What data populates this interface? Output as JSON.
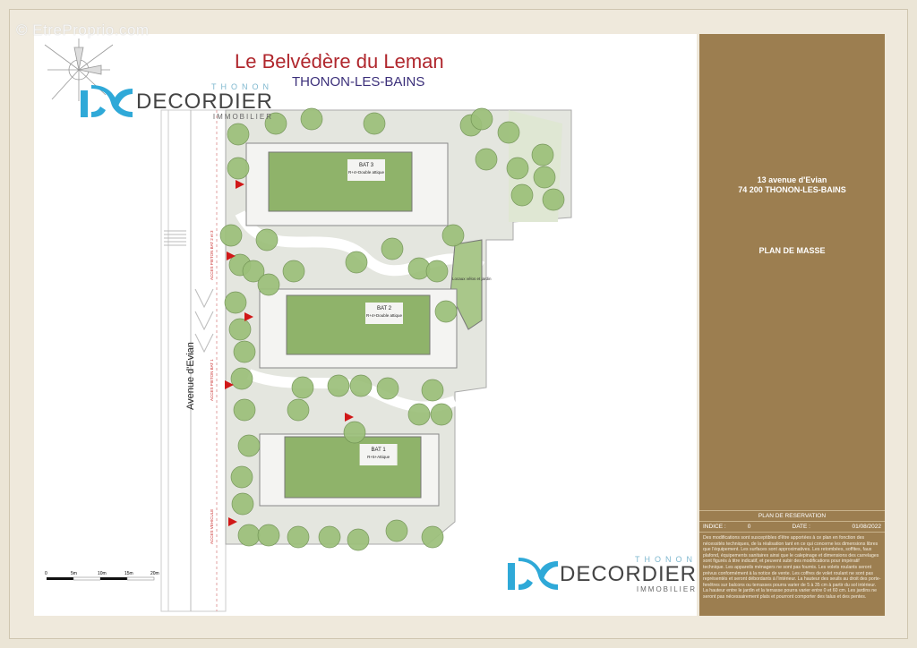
{
  "watermark": "© EtreProprio.com",
  "header": {
    "title": "Le Belvédère du Leman",
    "subtitle": "THONON-LES-BAINS"
  },
  "logo": {
    "city": "THONON",
    "brand": "DECORDIER",
    "tagline": "IMMOBILIER"
  },
  "plan": {
    "street": "Avenue d'Evian",
    "buildings": [
      {
        "name": "BAT 3",
        "levels": "R+4+Double attique"
      },
      {
        "name": "BAT 2",
        "levels": "R+4+Double attique"
      },
      {
        "name": "BAT 1",
        "levels": "R+5+Attique"
      }
    ],
    "local": "Locaux vélos et jardin",
    "access": [
      "ACCES PIETON BAT 2 et 3",
      "ACCES PIETON BAT 1",
      "ACCES VEHICULE"
    ],
    "scale_labels": [
      "0",
      "5m",
      "10m",
      "15m",
      "20m"
    ]
  },
  "panel": {
    "address_line1": "13 avenue d'Evian",
    "address_line2": "74 200 THONON-LES-BAINS",
    "plan_type": "PLAN DE MASSE",
    "reservation_header": "PLAN DE RESERVATION",
    "indice_label": "INDICE :",
    "indice_value": "0",
    "date_label": "DATE :",
    "date_value": "01/08/2022",
    "disclaimer": "Des modifications sont susceptibles d'être apportées à ce plan en fonction des nécessités techniques, de la réalisation tant en ce qui concerne les dimensions libres que l'équipement. Les surfaces sont approximatives. Les retombées, soffites, faux plafond, équipements sanitaires ainsi que le calepinage et dimensions des carrelages sont figurés à titre indicatif, et peuvent subir des modifications pour impératif technique. Les appareils ménagers ne sont pas fournis. Les volets roulants seront prévus conformément à la notice de vente. Les coffres de volet roulant ne sont pas représentés et seront débordants à l'intérieur. La hauteur des seuils au droit des porte-fenêtres sur balcons ou terrasses pourra varier de 5 à 35 cm à partir du sol intérieur. La hauteur entre le jardin et la terrasse pourra varier entre 0 et 60 cm. Les jardins ne seront pas nécessairement plats et pourront comporter des talus et des pentes."
  },
  "colors": {
    "panel": "#9c7e50",
    "title": "#b0272d",
    "subtitle": "#3b2f7a",
    "logo_blue": "#2fa9d8",
    "tree": "#9cc07a",
    "roof": "#8fb36a",
    "access_marker": "#d01818"
  }
}
